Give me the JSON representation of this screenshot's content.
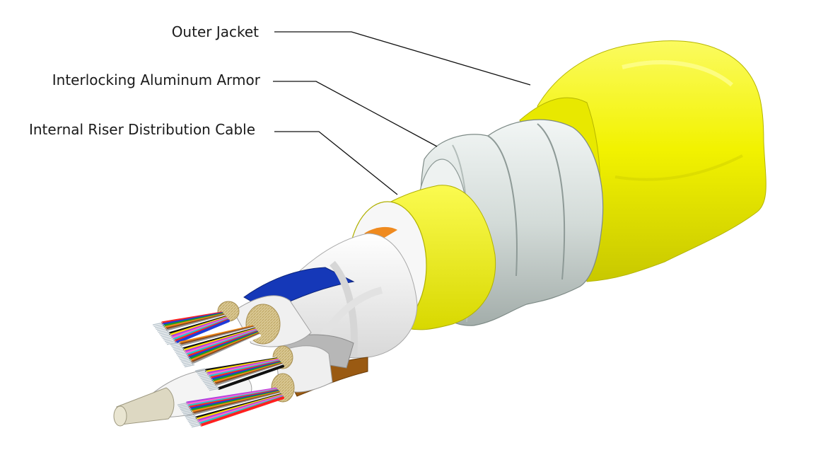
{
  "diagram": {
    "callouts": [
      {
        "id": "outer-jacket",
        "label": "Outer Jacket"
      },
      {
        "id": "aluminum-armor",
        "label": "Interlocking Aluminum Armor"
      },
      {
        "id": "riser-cable",
        "label": "Internal Riser Distribution Cable"
      }
    ],
    "colors": {
      "jacket": "#f2f200",
      "jacket_shadow": "#c9c900",
      "armor": "#dfe5e3",
      "armor_shadow": "#9aa5a2",
      "sheath": "#f4f4f4",
      "blue_subunit": "#1538b8",
      "orange_ripcord": "#ef8a1f",
      "brown_tape": "#9a5a12",
      "strength_member": "#ddd8c2",
      "aramid_yarn": "#e5d6a2"
    },
    "fiber_colors": [
      "#ff2020",
      "#1e3cd8",
      "#18a020",
      "#f08a18",
      "#8a4a20",
      "#9a9a9a",
      "#ffffff",
      "#111111",
      "#ffe000",
      "#b040e0",
      "#ff66cc",
      "#22cccc"
    ]
  }
}
